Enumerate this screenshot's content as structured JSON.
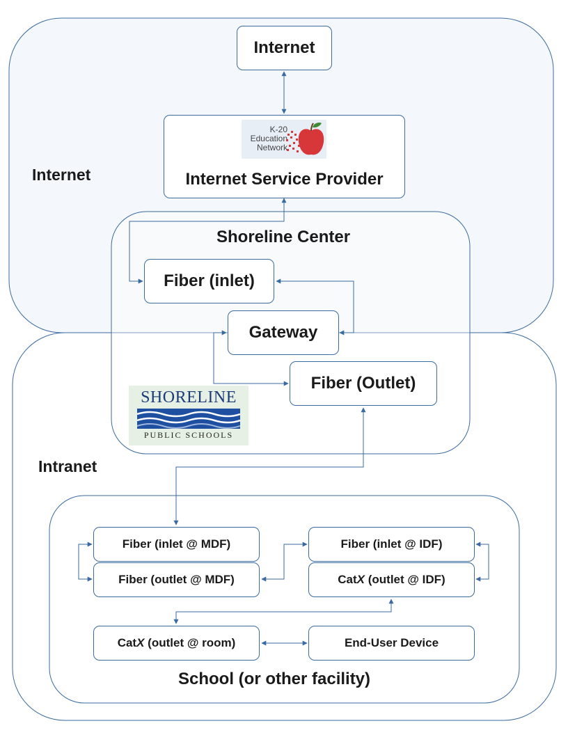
{
  "zones": {
    "internet_label": "Internet",
    "intranet_label": "Intranet"
  },
  "nodes": {
    "internet": "Internet",
    "isp": "Internet Service Provider",
    "shoreline_center": "Shoreline Center",
    "fiber_inlet": "Fiber (inlet)",
    "gateway": "Gateway",
    "fiber_outlet": "Fiber (Outlet)",
    "school": "School (or other facility)",
    "fiber_inlet_mdf": "Fiber (inlet @ MDF)",
    "fiber_outlet_mdf": "Fiber (outlet @ MDF)",
    "fiber_inlet_idf": "Fiber (inlet @ IDF)",
    "catx_outlet_idf_prefix": "Cat",
    "catx_outlet_idf_var": "X",
    "catx_outlet_idf_suffix": " (outlet @ IDF)",
    "catx_outlet_room_prefix": "Cat",
    "catx_outlet_room_var": "X",
    "catx_outlet_room_suffix": " (outlet @ room)",
    "end_user_device": "End-User Device"
  },
  "logos": {
    "k20": {
      "lines": [
        "K-20",
        "Education",
        "Network"
      ]
    },
    "shoreline": {
      "name": "SHORELINE",
      "subtitle": "PUBLIC SCHOOLS"
    }
  },
  "colors": {
    "region_border": "#3a6aa0",
    "internet_zone_fill": "#f4f7fb",
    "arrow": "#3a6aa0",
    "apple_red": "#d8373a",
    "wave_blue": "#1f4fa0"
  }
}
